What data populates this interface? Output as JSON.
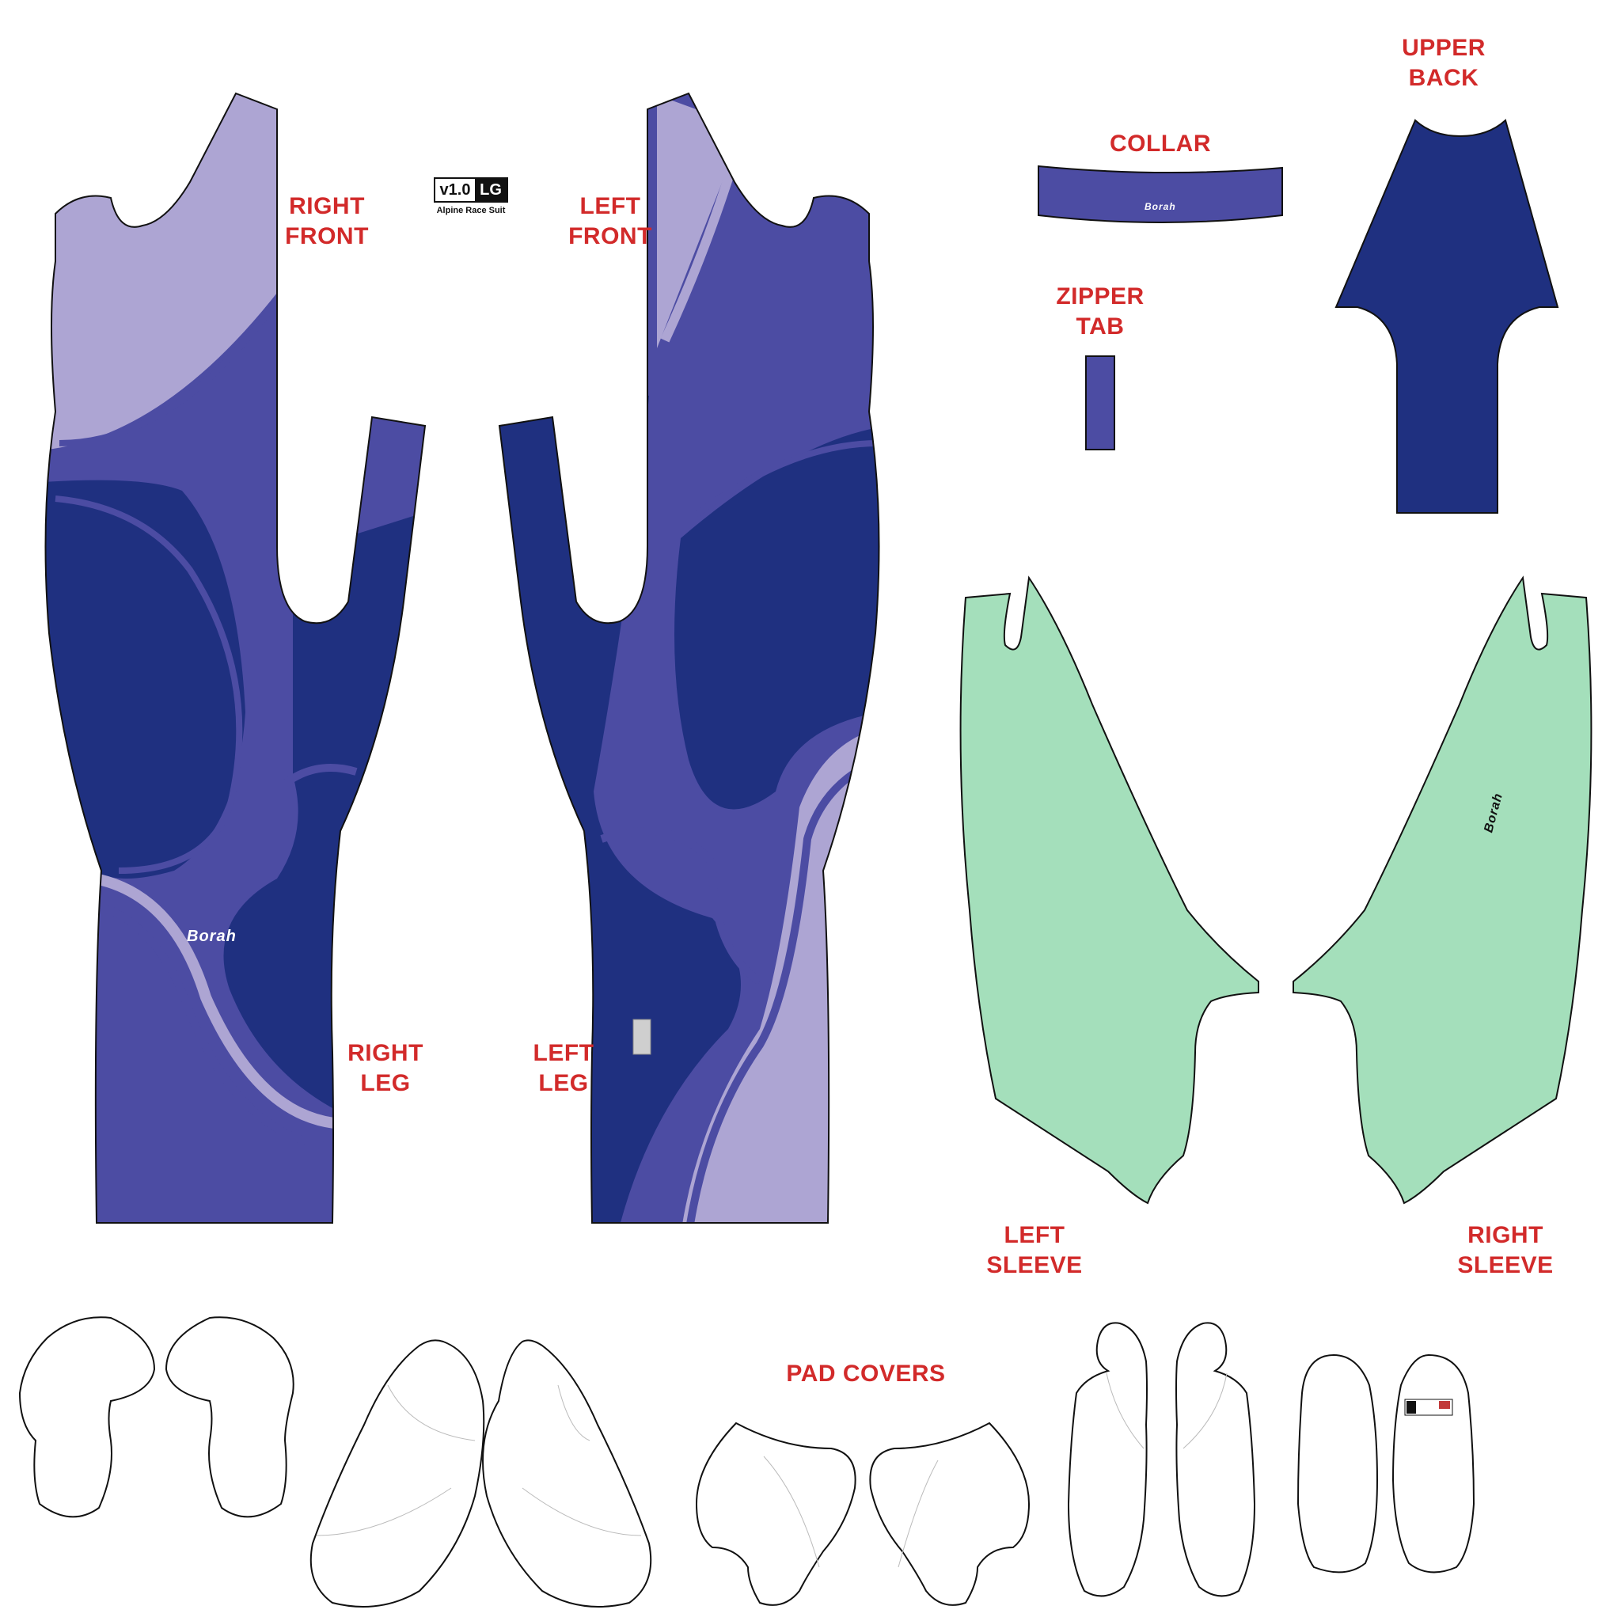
{
  "title_block": {
    "version": "v1.0",
    "size": "LG",
    "product": "Alpine Race Suit"
  },
  "brand": "Borah",
  "labels": {
    "right_front": [
      "RIGHT",
      "FRONT"
    ],
    "left_front": [
      "LEFT",
      "FRONT"
    ],
    "collar": [
      "COLLAR"
    ],
    "upper_back": [
      "UPPER",
      "BACK"
    ],
    "zipper_tab": [
      "ZIPPER",
      "TAB"
    ],
    "right_leg": [
      "RIGHT",
      "LEG"
    ],
    "left_leg": [
      "LEFT",
      "LEG"
    ],
    "left_sleeve": [
      "LEFT",
      "SLEEVE"
    ],
    "right_sleeve": [
      "RIGHT",
      "SLEEVE"
    ],
    "pad_covers": [
      "PAD COVERS"
    ]
  },
  "colors": {
    "label_red": "#d22a2a",
    "lavender": "#ada5d3",
    "mid_purple": "#4c4ca3",
    "navy": "#1f3080",
    "sleeve_green": "#a4dfbb",
    "outline": "#111111"
  }
}
